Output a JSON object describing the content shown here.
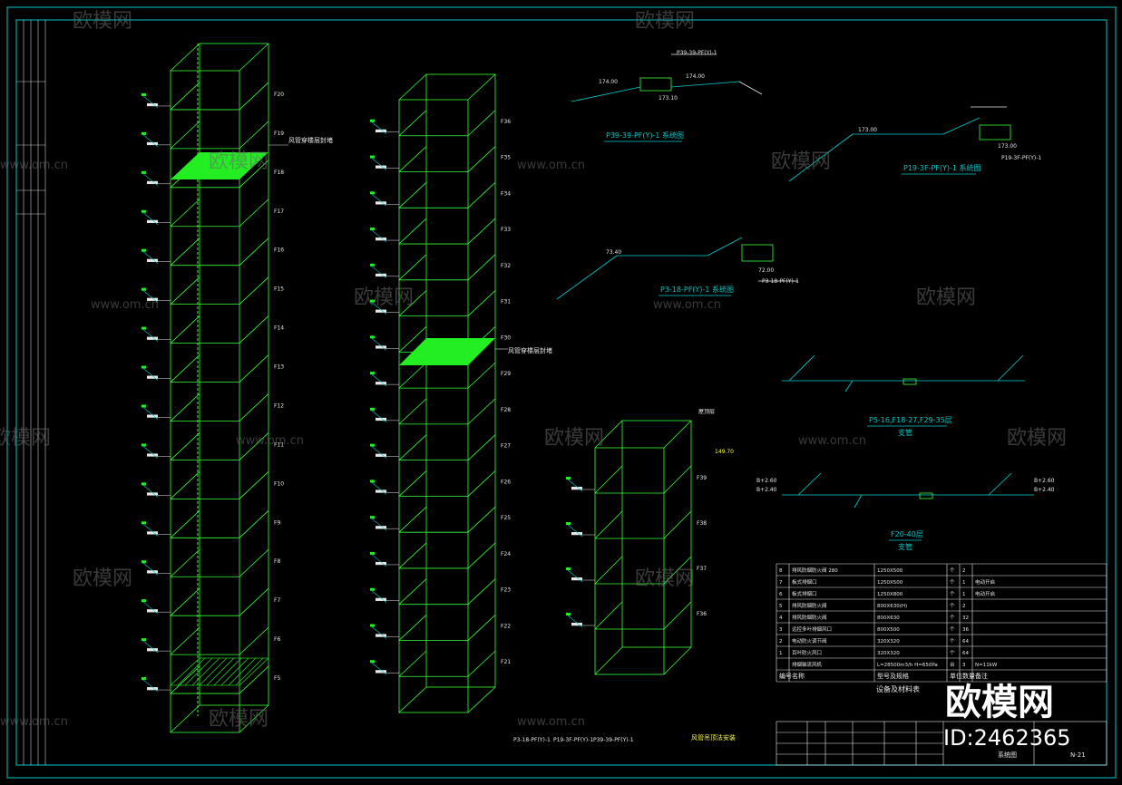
{
  "riser_left": {
    "floors": [
      "F20",
      "F19",
      "F18",
      "F17",
      "F16",
      "F15",
      "F14",
      "F13",
      "F12",
      "F11",
      "F10",
      "F9",
      "F8",
      "F7",
      "F6",
      "F5"
    ],
    "note_top": "风管穿楼层封堵"
  },
  "riser_mid": {
    "floors": [
      "F36",
      "F35",
      "F34",
      "F33",
      "F32",
      "F31",
      "F30",
      "F29",
      "F28",
      "F27",
      "F26",
      "F25",
      "F24",
      "F23",
      "F22",
      "F21"
    ],
    "note": "风管穿楼层封堵"
  },
  "riser_small": {
    "floors": [
      "F39",
      "F38",
      "F37",
      "F36"
    ],
    "top_label": "屋顶层",
    "elev_label": "149.70"
  },
  "details": {
    "d1_title": "P39-39-PF(Y)-1 系统图",
    "d1_values": [
      "174.00",
      "174.00",
      "173.10"
    ],
    "d1_tag": "P39-39-PF(Y)-1",
    "d2_title": "P19-3F-PF(Y)-1 系统图",
    "d2_values": [
      "173.00",
      "173.00"
    ],
    "d2_tag": "P19-3F-PF(Y)-1",
    "d3_title": "P3-18-PF(Y)-1 系统图",
    "d3_values": [
      "73.40",
      "72.00"
    ],
    "d3_tag": "P3-18-PF(Y)-1",
    "d4_title": "P5-16,F18-27,F29-35层",
    "d4_subtitle": "支管",
    "d5_title": "F20-40层",
    "d5_subtitle": "支管",
    "d5_values_left": [
      "B+2.60",
      "B+2.40"
    ],
    "d5_values_right": [
      "B+2.60",
      "B+2.40"
    ]
  },
  "bottom_labels": {
    "system_tags": [
      "P3-18-PF(Y)-1",
      "P19-3F-PF(Y)-1",
      "P39-39-PF(Y)-1"
    ],
    "install_note": "风管吊顶法安装"
  },
  "equipment_table": {
    "rows": [
      {
        "no": "8",
        "name": "排风防烟防火阀 280",
        "spec": "1250X500",
        "unit": "个",
        "qty": "2",
        "note": ""
      },
      {
        "no": "7",
        "name": "板式排烟口",
        "spec": "1250X500",
        "unit": "个",
        "qty": "1",
        "note": "电动开启"
      },
      {
        "no": "6",
        "name": "板式排烟口",
        "spec": "1250X800",
        "unit": "个",
        "qty": "1",
        "note": "电动开启"
      },
      {
        "no": "5",
        "name": "排风防烟防火阀",
        "spec": "800X630(H)",
        "unit": "个",
        "qty": "2",
        "note": ""
      },
      {
        "no": "4",
        "name": "排风防烟防火阀",
        "spec": "800X630",
        "unit": "个",
        "qty": "32",
        "note": ""
      },
      {
        "no": "3",
        "name": "远控多叶排烟风口",
        "spec": "800X500",
        "unit": "个",
        "qty": "36",
        "note": ""
      },
      {
        "no": "2",
        "name": "电动防火调节阀",
        "spec": "320X320",
        "unit": "个",
        "qty": "64",
        "note": ""
      },
      {
        "no": "1",
        "name": "百叶防火风口",
        "spec": "320X320",
        "unit": "个",
        "qty": "64",
        "note": ""
      },
      {
        "no": "",
        "name": "排烟轴流风机",
        "spec": "L=28500m3/h H=650Pa",
        "unit": "台",
        "qty": "3",
        "note": "N=11kW"
      }
    ],
    "header": {
      "no": "编号",
      "name": "名称",
      "spec": "型号及规格",
      "unit": "单位",
      "qty": "数量",
      "note": "备注"
    },
    "title": "设备及材料表"
  },
  "title_block": {
    "drawing_name": "系统图",
    "drawing_no": "N-21"
  },
  "watermark": {
    "text": "欧模网",
    "url": "www.om.cn",
    "id": "ID:2462365"
  },
  "colors": {
    "frame": "#00c8c8",
    "riser": "#38ff38",
    "text": "#e8e8e8",
    "fill": "#22ee22",
    "yellow": "#ffff40"
  }
}
